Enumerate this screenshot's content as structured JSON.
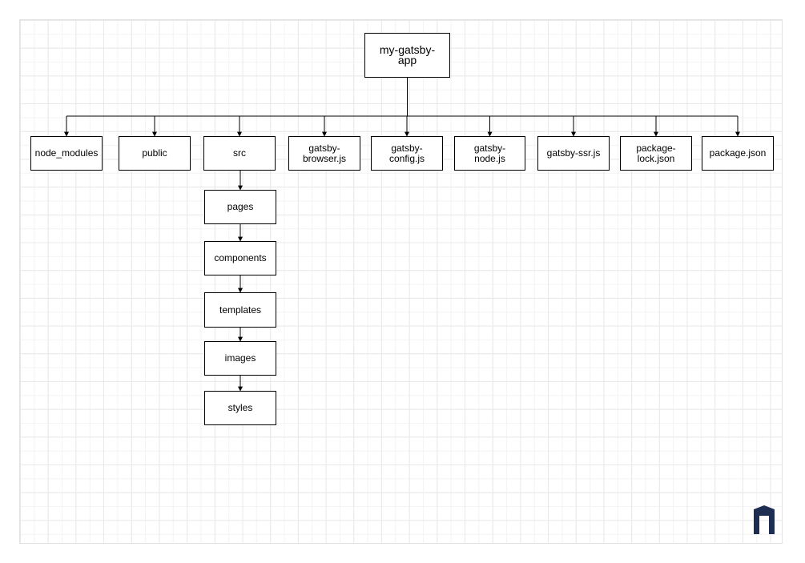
{
  "diagram": {
    "root": {
      "label": "my-gatsby-app"
    },
    "children": [
      {
        "id": "node_modules",
        "label": "node_modules"
      },
      {
        "id": "public",
        "label": "public"
      },
      {
        "id": "src",
        "label": "src"
      },
      {
        "id": "gatsby-browser",
        "label": "gatsby-browser.js"
      },
      {
        "id": "gatsby-config",
        "label": "gatsby-config.js"
      },
      {
        "id": "gatsby-node",
        "label": "gatsby-node.js"
      },
      {
        "id": "gatsby-ssr",
        "label": "gatsby-ssr.js"
      },
      {
        "id": "package-lock",
        "label": "package-lock.json"
      },
      {
        "id": "package-json",
        "label": "package.json"
      }
    ],
    "src_chain": [
      {
        "id": "pages",
        "label": "pages"
      },
      {
        "id": "components",
        "label": "components"
      },
      {
        "id": "templates",
        "label": "templates"
      },
      {
        "id": "images",
        "label": "images"
      },
      {
        "id": "styles",
        "label": "styles"
      }
    ]
  },
  "logo": {
    "icon": "brand-logo-icon",
    "color": "#1e2e52"
  },
  "colors": {
    "line": "#000000",
    "grid": "#e8e8e8"
  }
}
